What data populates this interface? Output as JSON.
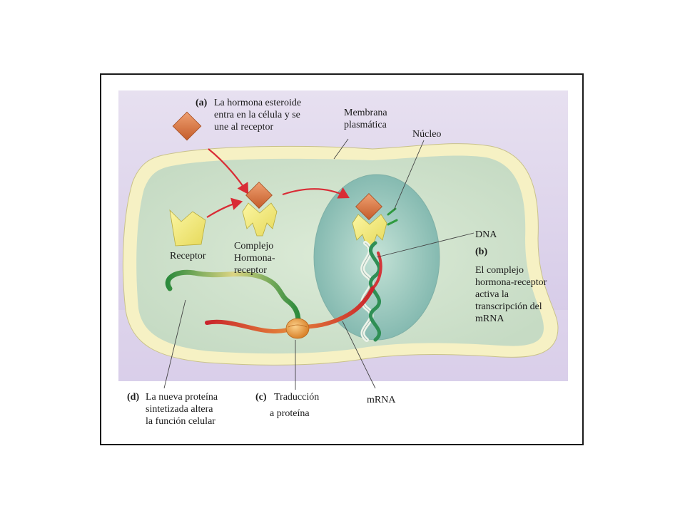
{
  "labels": {
    "a_tag": "(a)",
    "a_line1": "La hormona esteroide",
    "a_line2": "entra en la célula y se",
    "a_line3": "une al receptor",
    "membrana_line1": "Membrana",
    "membrana_line2": "plasmática",
    "nucleo": "Núcleo",
    "dna": "DNA",
    "b_tag": "(b)",
    "b_line1": "El complejo",
    "b_line2": "hormona-receptor",
    "b_line3": "activa la",
    "b_line4": "transcripción del",
    "b_line5": "mRNA",
    "receptor": "Receptor",
    "complejo_line1": "Complejo",
    "complejo_line2": "Hormona-",
    "complejo_line3": "receptor",
    "d_tag": "(d)",
    "d_line1": "La nueva proteína",
    "d_line2": "sintetizada altera",
    "d_line3": "la función celular",
    "c_tag": "(c)",
    "c_line1": "Traducción",
    "c_line2": "a proteína",
    "mrna": "mRNA"
  },
  "colors": {
    "background_panel": "#ddd3ec",
    "membrane": "#f6f1c4",
    "cytoplasm": "#d1e3cf",
    "nucleus": "#a6cdc4",
    "hormone": "#d2703a",
    "receptor": "#f3ec7f",
    "arrow": "#d92b35",
    "protein_strand": "#2f9a3f",
    "mrna_strand": "#d9472d",
    "ribosome": "#f0a53a",
    "leader_line": "#444444"
  }
}
